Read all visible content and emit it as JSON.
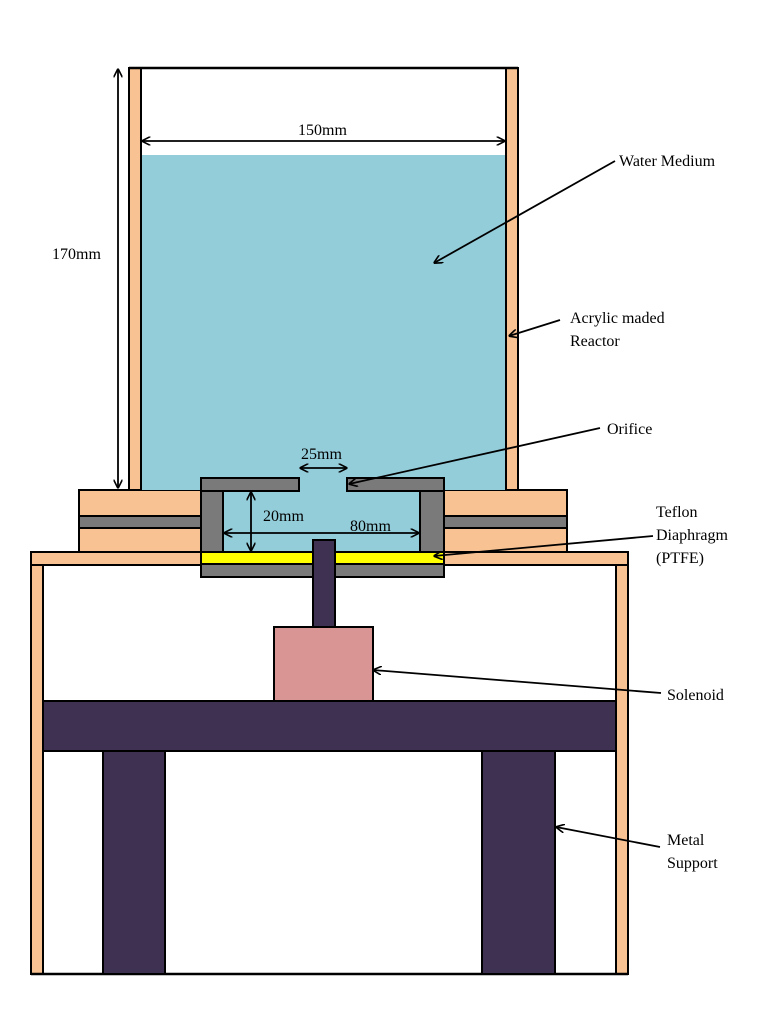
{
  "dimensions": {
    "width_inner": "150mm",
    "height_total": "170mm",
    "orifice_width": "25mm",
    "chamber_height": "20mm",
    "chamber_width": "80mm"
  },
  "callouts": {
    "water_medium": "Water Medium",
    "reactor_line1": "Acrylic maded",
    "reactor_line2": "Reactor",
    "orifice": "Orifice",
    "diaphragm_line1": "Teflon",
    "diaphragm_line2": "Diaphragm",
    "diaphragm_line3": "(PTFE)",
    "solenoid": "Solenoid",
    "support_line1": "Metal",
    "support_line2": "Support"
  },
  "colors": {
    "acrylic": "#f8c293",
    "water": "#94cdda",
    "metal_grey": "#7a7a7a",
    "teflon": "#ffff00",
    "solenoid": "#d99594",
    "support": "#3f3151",
    "outline": "#000000"
  }
}
